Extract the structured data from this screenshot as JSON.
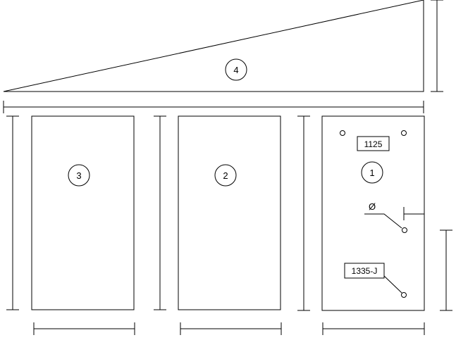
{
  "diagram": {
    "parts": [
      {
        "number": "4"
      },
      {
        "number": "3"
      },
      {
        "number": "2"
      },
      {
        "number": "1"
      }
    ],
    "part1_labels": {
      "top_label": "1125",
      "bottom_label": "1335-J",
      "hole_symbol": "Ø"
    }
  }
}
